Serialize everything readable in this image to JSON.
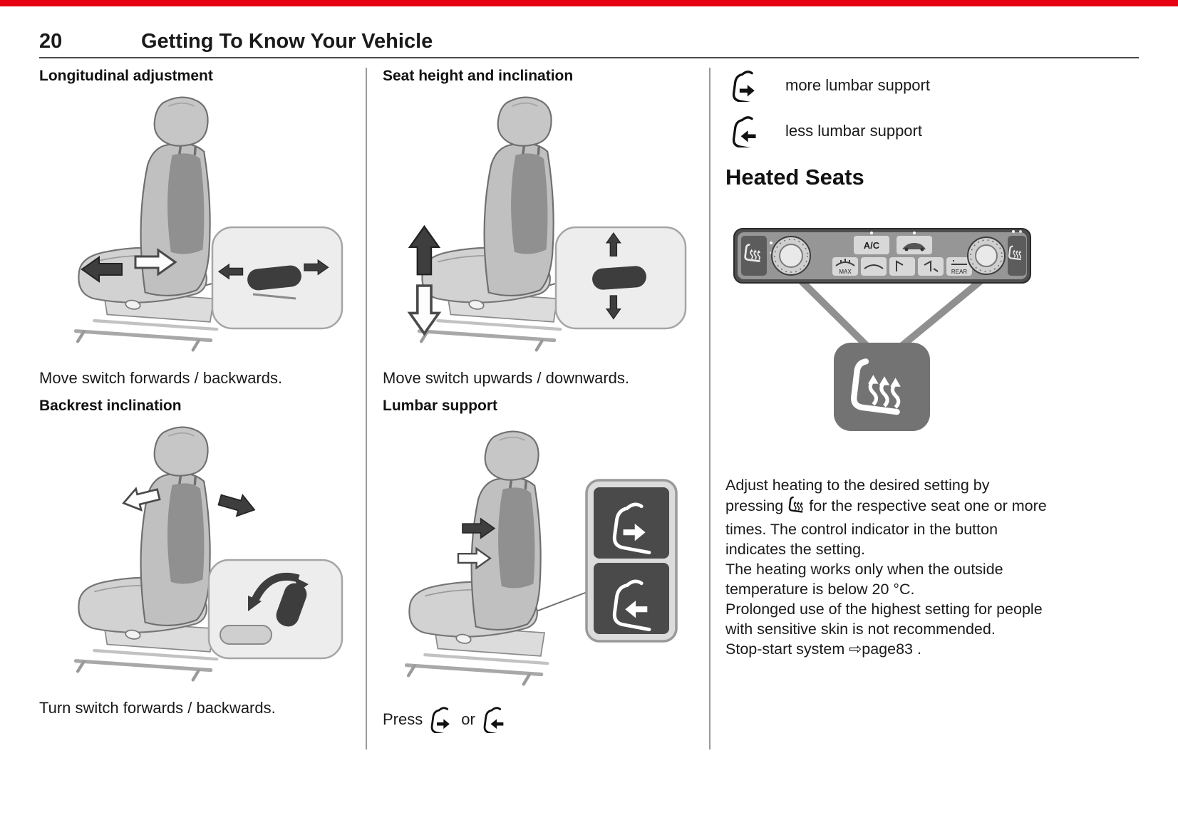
{
  "page": {
    "number": "20",
    "title": "Getting To Know Your Vehicle"
  },
  "columns": {
    "col1": {
      "longitudinal": {
        "title": "Longitudinal adjustment",
        "caption": "Move switch forwards / backwards."
      },
      "backrest": {
        "title": "Backrest inclination",
        "caption": "Turn switch forwards / backwards."
      }
    },
    "col2": {
      "height": {
        "title": "Seat height and inclination",
        "caption": "Move switch upwards / downwards."
      },
      "lumbar": {
        "title": "Lumbar support",
        "press_label": "Press",
        "or_label": "or"
      }
    },
    "col3": {
      "legend": {
        "more": "more lumbar support",
        "less": "less lumbar support"
      },
      "heated": {
        "title": "Heated Seats",
        "panel": {
          "ac": "A/C",
          "max": "MAX",
          "rear": "REAR"
        },
        "p1_before_icon": "Adjust heating to the desired setting by pressing",
        "p1_after_icon": "for the respective seat one or more times. The control indicator in the button indicates the setting.",
        "p2": "The heating works only when the outside temperature is below 20 °C.",
        "p3": "Prolonged use of the highest setting for people with sensitive skin is not recommended.",
        "p4": "Stop-start system ⇨page83 ."
      }
    }
  }
}
